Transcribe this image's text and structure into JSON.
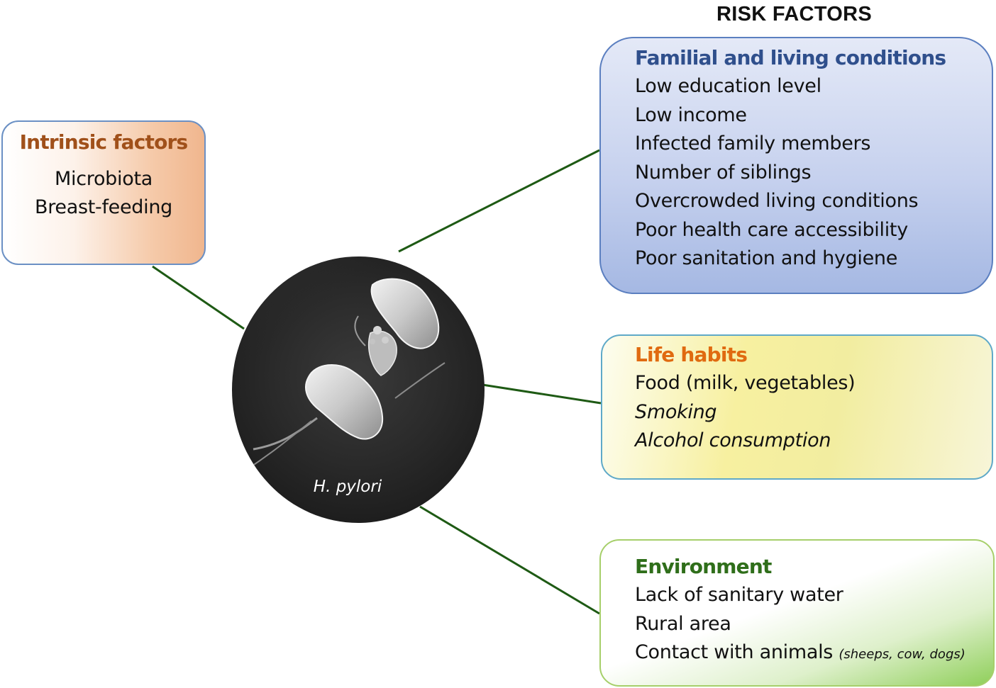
{
  "heading": "RISK FACTORS",
  "intrinsic": {
    "title": "Intrinsic factors",
    "items": [
      "Microbiota",
      "Breast-feeding"
    ]
  },
  "familial": {
    "title": "Familial and living conditions",
    "items": [
      "Low education level",
      "Low income",
      "Infected family members",
      "Number of siblings",
      "Overcrowded living conditions",
      "Poor health care accessibility",
      "Poor sanitation and hygiene"
    ]
  },
  "habits": {
    "title": "Life habits",
    "items": [
      "Food (milk, vegetables)",
      "Smoking",
      "Alcohol consumption"
    ]
  },
  "environment": {
    "title": "Environment",
    "items": [
      "Lack of sanitary water",
      "Rural area",
      "Contact with animals"
    ],
    "animals_note": "(sheeps, cow, dogs)"
  },
  "center": {
    "label": "H. pylori",
    "image": "h-pylori-electron-micrograph"
  },
  "colors": {
    "connector": "#1e5a14",
    "intrinsic_title": "#a0501a",
    "familial_title": "#2f4f8c",
    "habits_title": "#e06a10",
    "environment_title": "#2f6e1a"
  }
}
